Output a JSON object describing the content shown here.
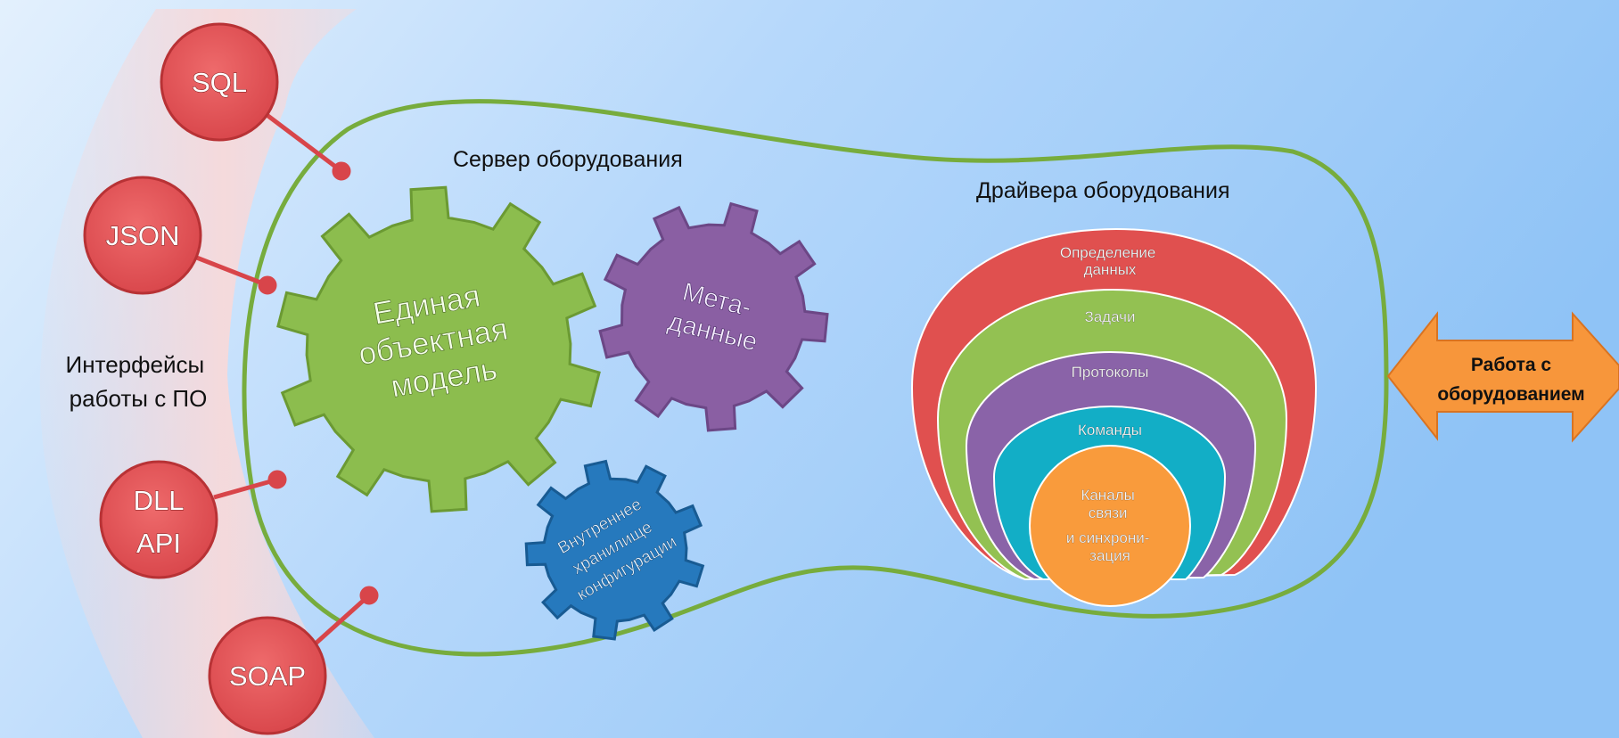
{
  "colors": {
    "background_light": "#e3f0fd",
    "background_mid": "#b6d8fb",
    "background_right": "#8fc3f6",
    "band": "#f7d9da",
    "api_circle": "#df4d4f",
    "api_circle_dark": "#b83235",
    "outline_green": "#77ac3d",
    "gear_green": "#8cbd4e",
    "gear_purple": "#8a5fa3",
    "gear_blue": "#2679bd",
    "layer_red": "#e0504f",
    "layer_green": "#93c152",
    "layer_purple": "#8a63a8",
    "layer_teal": "#12aec6",
    "layer_orange": "#f99b3c",
    "arrow_orange": "#f7963b"
  },
  "interfaces": {
    "label_line1": "Интерфейсы",
    "label_line2": "работы с ПО",
    "items": [
      {
        "id": "sql",
        "lines": [
          "SQL"
        ]
      },
      {
        "id": "json",
        "lines": [
          "JSON"
        ]
      },
      {
        "id": "dll-api",
        "lines": [
          "DLL",
          "API"
        ]
      },
      {
        "id": "soap",
        "lines": [
          "SOAP"
        ]
      }
    ]
  },
  "server": {
    "title": "Сервер оборудования",
    "gears": [
      {
        "id": "object-model",
        "lines": [
          "Единая",
          "объектная",
          "модель"
        ]
      },
      {
        "id": "metadata",
        "lines": [
          "Мета-",
          "данные"
        ]
      },
      {
        "id": "config-storage",
        "lines": [
          "Внутреннее",
          "хранилище",
          "конфигурации"
        ]
      }
    ]
  },
  "drivers": {
    "title": "Драйвера оборудования",
    "layers": [
      {
        "id": "data-definition",
        "lines": [
          "Определение",
          "данных"
        ]
      },
      {
        "id": "tasks",
        "lines": [
          "Задачи"
        ]
      },
      {
        "id": "protocols",
        "lines": [
          "Протоколы"
        ]
      },
      {
        "id": "commands",
        "lines": [
          "Команды"
        ]
      },
      {
        "id": "channels",
        "lines": [
          "Каналы",
          "связи",
          "и синхрони-",
          "зация"
        ]
      }
    ]
  },
  "equipment_arrow": {
    "line1": "Работа с",
    "line2": "оборудованием"
  }
}
